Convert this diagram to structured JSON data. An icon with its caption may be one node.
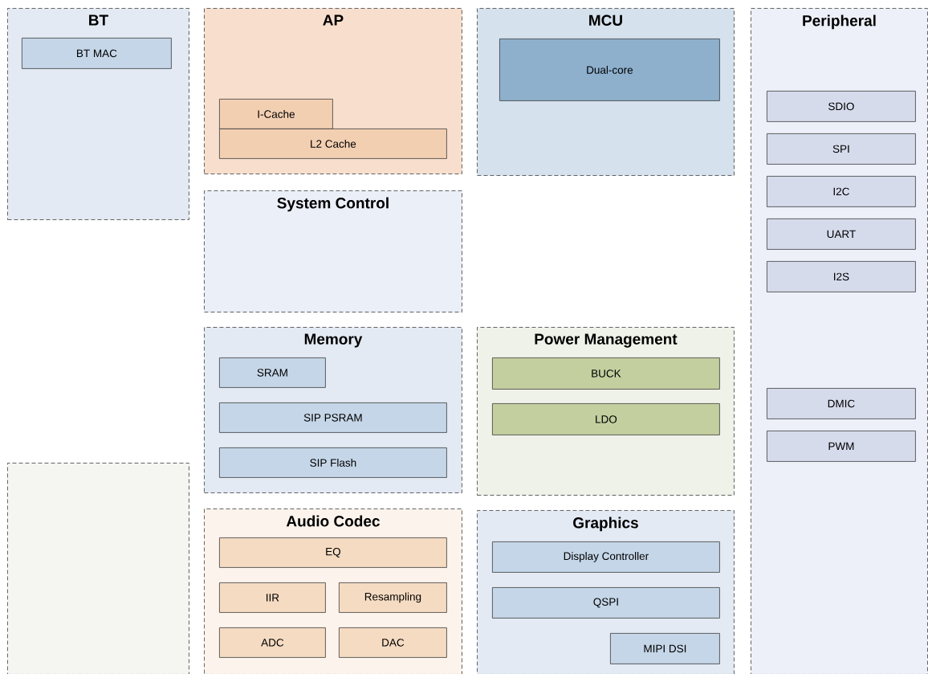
{
  "diagram": {
    "nodes": [
      {
        "text": [
          "BT"
        ]
      },
      {
        "text": [
          "BT MAC"
        ],
        "in": 0
      },
      {
        "text": [
          "AP"
        ]
      },
      {
        "text": [
          "I-Cache"
        ],
        "in": 2
      },
      {
        "text": [
          "L2 Cache"
        ],
        "in": 2
      },
      {
        "text": [
          "MCU"
        ]
      },
      {
        "text": [
          "Dual-core"
        ],
        "in": 5
      },
      {
        "text": [
          "Peripheral"
        ]
      },
      {
        "text": [
          "SDIO"
        ],
        "in": 7
      },
      {
        "text": [
          "SPI"
        ],
        "in": 7
      },
      {
        "text": [
          "I2C"
        ],
        "in": 7
      },
      {
        "text": [
          "UART"
        ],
        "in": 7
      },
      {
        "text": [
          "I2S"
        ],
        "in": 7
      },
      {
        "text": [
          "DMIC"
        ],
        "in": 7
      },
      {
        "text": [
          "PWM"
        ],
        "in": 7
      },
      {
        "text": [
          "System Control"
        ]
      },
      {
        "text": [
          "Memory"
        ]
      },
      {
        "text": [
          "SRAM"
        ],
        "in": 16
      },
      {
        "text": [
          "SIP PSRAM"
        ],
        "in": 16
      },
      {
        "text": [
          "SIP Flash"
        ],
        "in": 16
      },
      {
        "text": [
          "Power Management"
        ]
      },
      {
        "text": [
          "BUCK"
        ],
        "in": 20
      },
      {
        "text": [
          "LDO"
        ],
        "in": 20
      },
      {
        "text": [
          "Audio Codec"
        ]
      },
      {
        "text": [
          "EQ"
        ],
        "in": 23
      },
      {
        "text": [
          "IIR"
        ],
        "in": 23
      },
      {
        "text": [
          "Resampling"
        ],
        "in": 23
      },
      {
        "text": [
          "ADC"
        ],
        "in": 23
      },
      {
        "text": [
          "DAC"
        ],
        "in": 23
      },
      {
        "text": [
          "Graphics"
        ]
      },
      {
        "text": [
          "Display Controller"
        ],
        "in": 29
      },
      {
        "text": [
          "QSPI"
        ],
        "in": 29
      },
      {
        "text": [
          "MIPI DSI"
        ],
        "in": 29
      },
      {
        "text": [],
        "shape": "box"
      }
    ]
  }
}
